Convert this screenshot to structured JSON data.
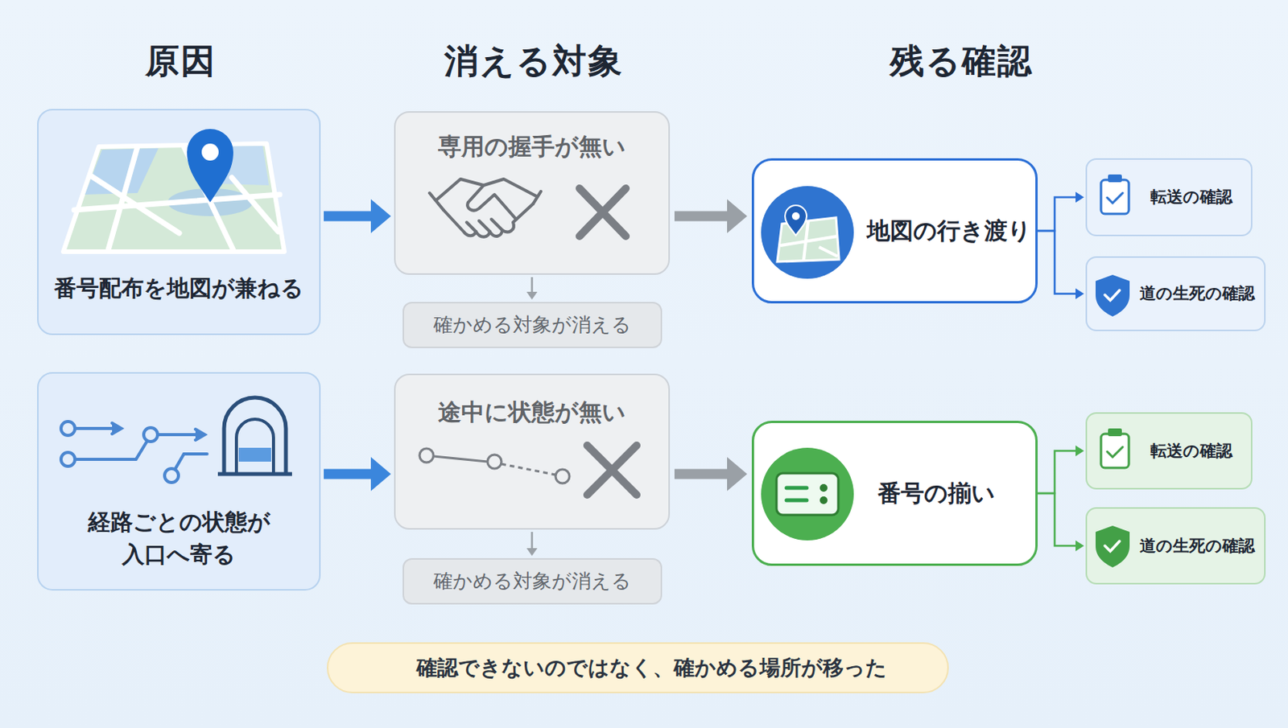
{
  "diagram": {
    "caption": "確認できないのではなく、確かめる場所が移った",
    "nodes": [
      {
        "text": [
          "番号配布を地図が兼ねる"
        ]
      },
      {
        "text": [
          "専用の握手が無い"
        ]
      },
      {
        "text": [
          "確かめる対象が消える"
        ]
      },
      {
        "text": [
          "地図の行き渡り"
        ]
      },
      {
        "text": [
          "転送の確認"
        ]
      },
      {
        "text": [
          "道の生死の確認"
        ]
      },
      {
        "text": [
          "経路ごとの状態が入口へ寄る"
        ]
      },
      {
        "text": [
          "途中に状態が無い"
        ]
      },
      {
        "text": [
          "確かめる対象が消える"
        ]
      },
      {
        "text": [
          "番号の揃い"
        ]
      },
      {
        "text": [
          "転送の確認"
        ]
      },
      {
        "text": [
          "道の生死の確認"
        ]
      }
    ],
    "edges": [
      {
        "from": 0,
        "to": 1,
        "arrow": "to"
      },
      {
        "from": 1,
        "to": 2,
        "arrow": "to"
      },
      {
        "from": 1,
        "to": 3,
        "arrow": "to"
      },
      {
        "from": 3,
        "to": 4,
        "arrow": "to"
      },
      {
        "from": 3,
        "to": 5,
        "arrow": "to"
      },
      {
        "from": 6,
        "to": 7,
        "arrow": "to"
      },
      {
        "from": 7,
        "to": 8,
        "arrow": "to"
      },
      {
        "from": 7,
        "to": 9,
        "arrow": "to"
      },
      {
        "from": 9,
        "to": 10,
        "arrow": "to"
      },
      {
        "from": 9,
        "to": 11,
        "arrow": "to"
      }
    ],
    "labels": [
      "原因",
      "消える対象",
      "残る確認"
    ]
  }
}
